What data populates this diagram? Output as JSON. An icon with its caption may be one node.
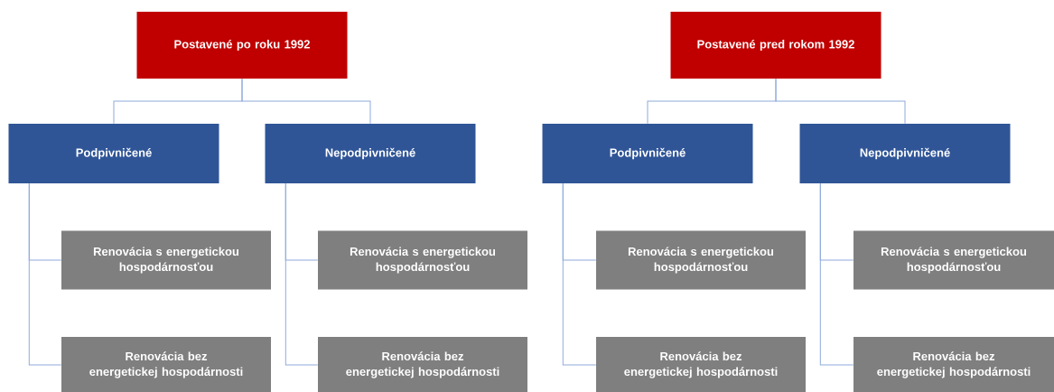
{
  "diagram": {
    "nodes": [
      {
        "text": [
          "Postavené po roku 1992"
        ]
      },
      {
        "text": [
          "Podpivničené"
        ]
      },
      {
        "text": [
          "Nepodpivničené"
        ]
      },
      {
        "text": [
          "Renovácia s energetickou hospodárnosťou"
        ]
      },
      {
        "text": [
          "Renovácia bez energetickej hospodárnosti"
        ]
      },
      {
        "text": [
          "Renovácia s energetickou hospodárnosťou"
        ]
      },
      {
        "text": [
          "Renovácia bez energetickej hospodárnosti"
        ]
      },
      {
        "text": [
          "Postavené pred rokom 1992"
        ]
      },
      {
        "text": [
          "Podpivničené"
        ]
      },
      {
        "text": [
          "Nepodpivničené"
        ]
      },
      {
        "text": [
          "Renovácia s energetickou hospodárnosťou"
        ]
      },
      {
        "text": [
          "Renovácia bez energetickej hospodárnosti"
        ]
      },
      {
        "text": [
          "Renovácia s energetickou hospodárnosťou"
        ]
      },
      {
        "text": [
          "Renovácia bez energetickej hospodárnosti"
        ]
      }
    ],
    "edges": [
      {
        "from": 0,
        "to": 1,
        "arrow": "none"
      },
      {
        "from": 0,
        "to": 2,
        "arrow": "none"
      },
      {
        "from": 1,
        "to": 3,
        "arrow": "none"
      },
      {
        "from": 1,
        "to": 4,
        "arrow": "none"
      },
      {
        "from": 2,
        "to": 5,
        "arrow": "none"
      },
      {
        "from": 2,
        "to": 6,
        "arrow": "none"
      },
      {
        "from": 7,
        "to": 8,
        "arrow": "none"
      },
      {
        "from": 7,
        "to": 9,
        "arrow": "none"
      },
      {
        "from": 8,
        "to": 10,
        "arrow": "none"
      },
      {
        "from": 8,
        "to": 11,
        "arrow": "none"
      },
      {
        "from": 9,
        "to": 12,
        "arrow": "none"
      },
      {
        "from": 9,
        "to": 13,
        "arrow": "none"
      }
    ]
  }
}
